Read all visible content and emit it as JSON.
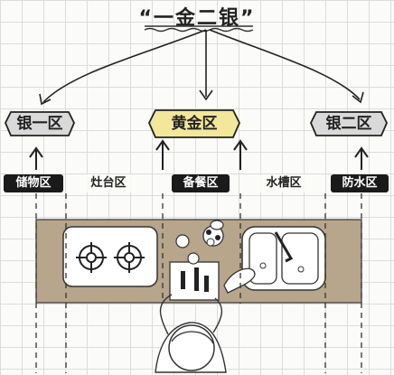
{
  "title": "“一金二银”",
  "plaques": {
    "left": "银一区",
    "center": "黄金区",
    "right": "银二区"
  },
  "zones": {
    "storage": "储物区",
    "stove": "灶台区",
    "prep": "备餐区",
    "sink": "水槽区",
    "waterproof": "防水区"
  },
  "colors": {
    "gold": "#f2e79a",
    "silver": "#d9d9d9",
    "counter": "#b7a58c",
    "ink": "#222222"
  }
}
